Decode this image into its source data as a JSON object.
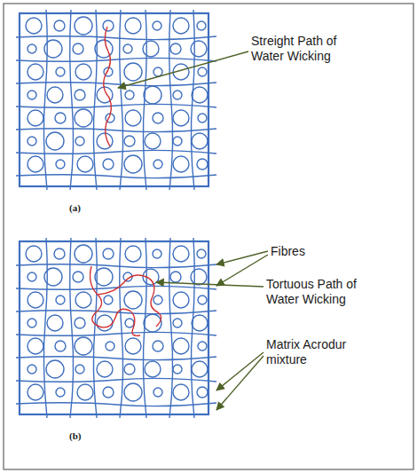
{
  "diagram": {
    "labels": [
      "Streight Path of Water Wicking",
      "(a)",
      "Fibres",
      "Tortuous Path of Water Wicking",
      "Matrix Acrodur mixture",
      "(b)"
    ]
  }
}
